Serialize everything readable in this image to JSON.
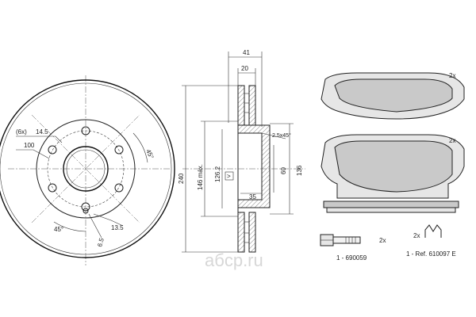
{
  "disc_front": {
    "hole_count": "(6x)",
    "hole_dia": "14.5",
    "pcd": "100",
    "angle_top": "45°",
    "angle_bottom": "45°",
    "dim_13_5": "13.5",
    "dim_6_5": "6.5"
  },
  "disc_section": {
    "width_total": "41",
    "width_20": "20",
    "chamfer": "2.5x45°",
    "outer_dia": "240",
    "dia_146": "146 máx.",
    "dia_126": "126.2",
    "dia_60": "60",
    "dia_136": "136",
    "height_35": "35",
    "marker": ">"
  },
  "pads": {
    "qty_upper": "2x",
    "qty_lower": "2x",
    "ref_label": "1 - Ref. 610097 E",
    "spring_qty": "2x"
  },
  "bolt": {
    "qty": "2x",
    "ref_label": "1 - 690059"
  },
  "watermark": "aбcp.ru"
}
